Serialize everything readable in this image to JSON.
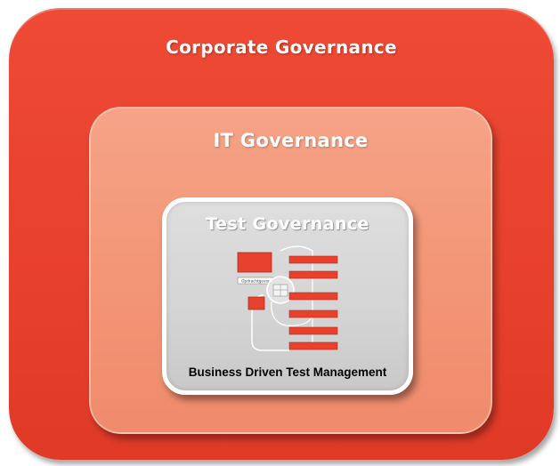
{
  "layers": {
    "outer": {
      "title": "Corporate Governance"
    },
    "middle": {
      "title": "IT Governance"
    },
    "inner": {
      "title": "Test Governance",
      "caption": "Business Driven Test Management",
      "diagram": {
        "small_label": "Opdrachtgever"
      }
    }
  },
  "colors": {
    "outer": "#e8412d",
    "middle": "#f39677",
    "inner": "#d4d4d4",
    "diagram_block": "#e8412d"
  }
}
